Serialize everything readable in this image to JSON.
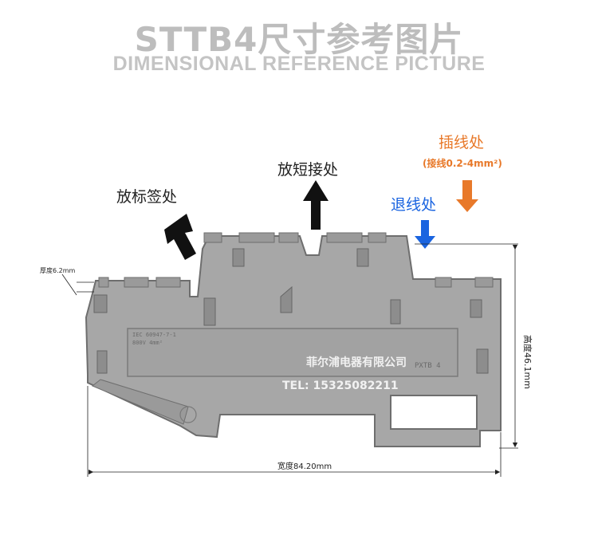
{
  "title": {
    "cn": "STTB4尺寸参考图片",
    "en": "DIMENSIONAL REFERENCE PICTURE"
  },
  "callouts": {
    "label_area": "放标签处",
    "jumper_area": "放短接处",
    "insert_wire": "插线处",
    "wire_spec": "(接线0.2-4mm²)",
    "release_wire": "退线处"
  },
  "dimensions": {
    "thickness": "厚度6.2mm",
    "height": "高度46.1mm",
    "width": "宽度84.20mm"
  },
  "watermark": {
    "company": "菲尔浦电器有限公司",
    "phone": "TEL: 15325082211"
  },
  "part_marking": {
    "line1": "IEC 60947-7-1",
    "line2": "800V 4mm²",
    "model": "PXTB 4"
  },
  "colors": {
    "title": "#bdbdbd",
    "orange": "#e8792a",
    "blue": "#1a64e0",
    "body": "#a7a7a7"
  }
}
